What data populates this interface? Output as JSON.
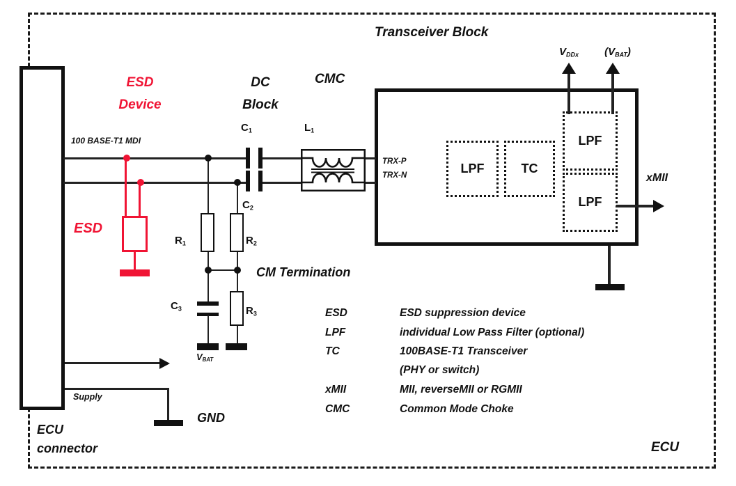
{
  "colors": {
    "line": "#1c1c1c",
    "esd_red": "#f01434",
    "background": "#ffffff"
  },
  "header": {
    "title": "Transceiver Block"
  },
  "power": {
    "vddx": {
      "base": "V",
      "sub": "DDx"
    },
    "vbat_top": {
      "open": "(",
      "base": "V",
      "sub": "BAT",
      "close": ")"
    }
  },
  "section_labels": {
    "esd_device": [
      "ESD",
      "Device"
    ],
    "dc_block": [
      "DC",
      "Block"
    ],
    "cmc": "CMC",
    "cm_termination": "CM Termination"
  },
  "net_labels": {
    "mdi": "100 BASE-T1 MDI",
    "trx_p": "TRX-P",
    "trx_n": "TRX-N",
    "xmii": "xMII",
    "supply": "Supply",
    "gnd": "GND",
    "vbat": {
      "base": "V",
      "sub": "BAT"
    }
  },
  "components": {
    "c1": {
      "base": "C",
      "sub": "1"
    },
    "c2": {
      "base": "C",
      "sub": "2"
    },
    "c3": {
      "base": "C",
      "sub": "3"
    },
    "r1": {
      "base": "R",
      "sub": "1"
    },
    "r2": {
      "base": "R",
      "sub": "2"
    },
    "r3": {
      "base": "R",
      "sub": "3"
    },
    "l1": {
      "base": "L",
      "sub": "1"
    },
    "esd": "ESD"
  },
  "blocks": {
    "lpf_left": "LPF",
    "tc": "TC",
    "lpf_top": "LPF",
    "lpf_bottom": "LPF"
  },
  "footer": {
    "ecu_connector": [
      "ECU",
      "connector"
    ],
    "ecu": "ECU"
  },
  "legend": {
    "rows": [
      {
        "term": "ESD",
        "desc": "ESD suppression device"
      },
      {
        "term": "LPF",
        "desc": "individual Low Pass Filter (optional)"
      },
      {
        "term": "TC",
        "desc": "100BASE-T1 Transceiver"
      },
      {
        "term": "",
        "desc": "(PHY or switch)"
      },
      {
        "term": "xMII",
        "desc": "MII, reverseMII or RGMII"
      },
      {
        "term": "CMC",
        "desc": "Common Mode Choke"
      }
    ]
  }
}
